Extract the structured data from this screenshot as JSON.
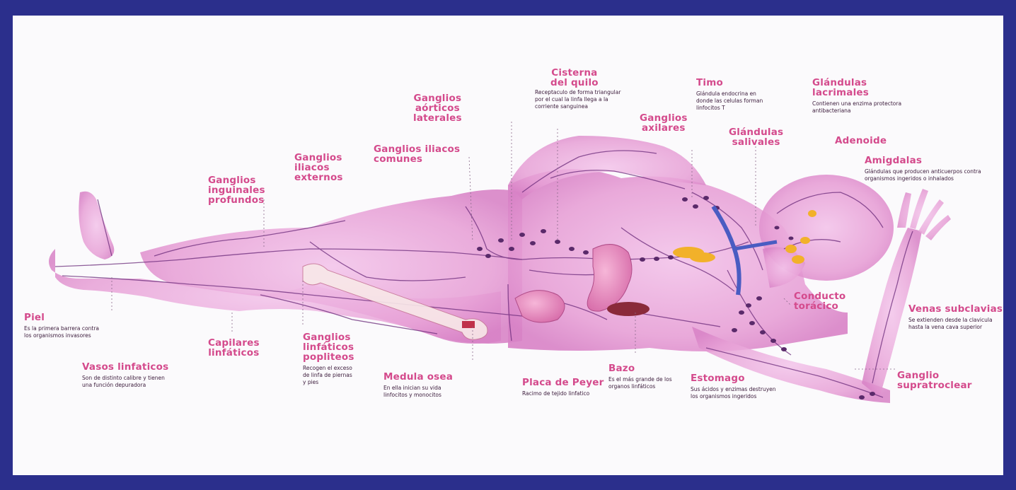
{
  "colors": {
    "border": "#2b2f8c",
    "label": "#d44a8c",
    "body_fill": "#e9a8dc",
    "vessel": "#6a2a7a",
    "node": "#5a2a6a",
    "gland": "#f2b12a",
    "vein": "#4a5cc2"
  },
  "labels": {
    "piel": {
      "title": [
        "Piel"
      ],
      "desc": [
        "Es la primera barrera contra",
        "los organismos invasores"
      ]
    },
    "vasos": {
      "title": [
        "Vasos linfaticos"
      ],
      "desc": [
        "Son de distinto calibre y tienen",
        "una función depuradora"
      ]
    },
    "capilares": {
      "title": [
        "Capilares",
        "linfáticos"
      ]
    },
    "inguinales": {
      "title": [
        "Ganglios",
        "inguinales",
        "profundos"
      ]
    },
    "iliacos_ext": {
      "title": [
        "Ganglios",
        "iliacos",
        "externos"
      ]
    },
    "popliteos": {
      "title": [
        "Ganglios",
        "linfáticos",
        "popliteos"
      ],
      "desc": [
        "Recogen el exceso",
        "de linfa de piernas",
        "y pies"
      ]
    },
    "iliacos_com": {
      "title": [
        "Ganglios iliacos",
        "comunes"
      ]
    },
    "aorticos": {
      "title": [
        "Ganglios",
        "aórticos",
        "laterales"
      ]
    },
    "medula": {
      "title": [
        "Medula osea"
      ],
      "desc": [
        "En ella inician su vida",
        "linfocitos y monocitos"
      ]
    },
    "cisterna": {
      "title": [
        "Cisterna",
        "del quilo"
      ],
      "desc": [
        "Receptaculo de forma triangular",
        "por el cual la linfa llega a la",
        "corriente sanguinea"
      ]
    },
    "peyer": {
      "title": [
        "Placa de Peyer"
      ],
      "desc": [
        "Racimo de tejido linfatico"
      ]
    },
    "bazo": {
      "title": [
        "Bazo"
      ],
      "desc": [
        "Es el más grande de los",
        "organos linfáticos"
      ]
    },
    "axilares": {
      "title": [
        "Ganglios",
        "axilares"
      ]
    },
    "timo": {
      "title": [
        "Timo"
      ],
      "desc": [
        "Glándula endocrina en",
        "donde las celulas forman",
        "linfocitos T"
      ]
    },
    "salivales": {
      "title": [
        "Glándulas",
        "salivales"
      ]
    },
    "estomago": {
      "title": [
        "Estomago"
      ],
      "desc": [
        "Sus ácidos y enzimas destruyen",
        "los organismos ingeridos"
      ]
    },
    "lacrimales": {
      "title": [
        "Glándulas",
        "lacrimales"
      ],
      "desc": [
        "Contienen una enzima protectora",
        "antibacteriana"
      ]
    },
    "adenoide": {
      "title": [
        "Adenoide"
      ]
    },
    "amigdalas": {
      "title": [
        "Amigdalas"
      ],
      "desc": [
        "Glándulas que producen anticuerpos contra",
        "organismos ingeridos o inhalados"
      ]
    },
    "conducto": {
      "title": [
        "Conducto",
        "torácico"
      ]
    },
    "subclavias": {
      "title": [
        "Venas subclavias"
      ],
      "desc": [
        "Se extienden desde la clavicula",
        "hasta la vena cava superior"
      ]
    },
    "supratroclear": {
      "title": [
        "Ganglio",
        "supratroclear"
      ]
    }
  }
}
